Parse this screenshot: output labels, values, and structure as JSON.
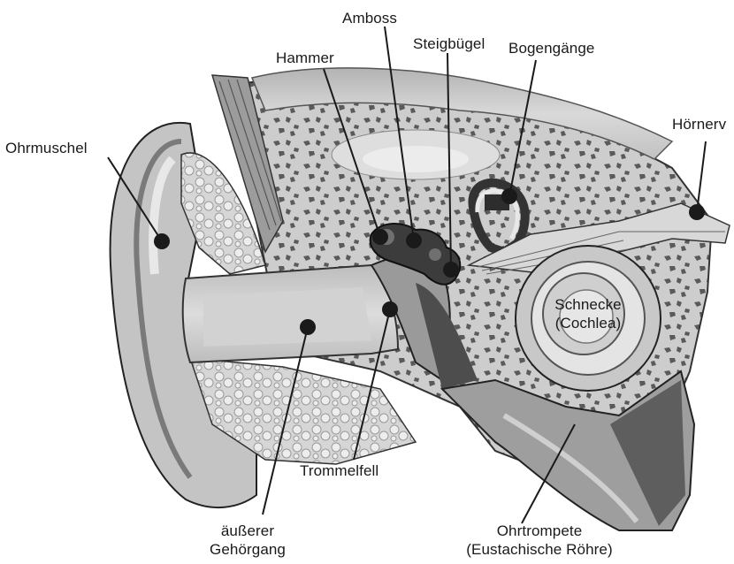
{
  "labels": {
    "ohrmuschel": "Ohrmuschel",
    "hammer": "Hammer",
    "amboss": "Amboss",
    "steigbuegel": "Steigbügel",
    "bogengaenge": "Bogengänge",
    "hoernerv": "Hörnerv",
    "schnecke_line1": "Schnecke",
    "schnecke_line2": "(Cochlea)",
    "trommelfell": "Trommelfell",
    "gehoergang_line1": "äußerer",
    "gehoergang_line2": "Gehörgang",
    "ohrtrompete_line1": "Ohrtrompete",
    "ohrtrompete_line2": "(Eustachische Röhre)"
  },
  "colors": {
    "line": "#1a1a1a",
    "bone": "#cfcfcf",
    "bone_pores": "#5a5a5a",
    "tissue_light": "#e6e6e6",
    "tissue_mid": "#b9b9b9",
    "tissue_dark": "#6e6e6e",
    "cartilage_white": "#f4f4f4"
  }
}
